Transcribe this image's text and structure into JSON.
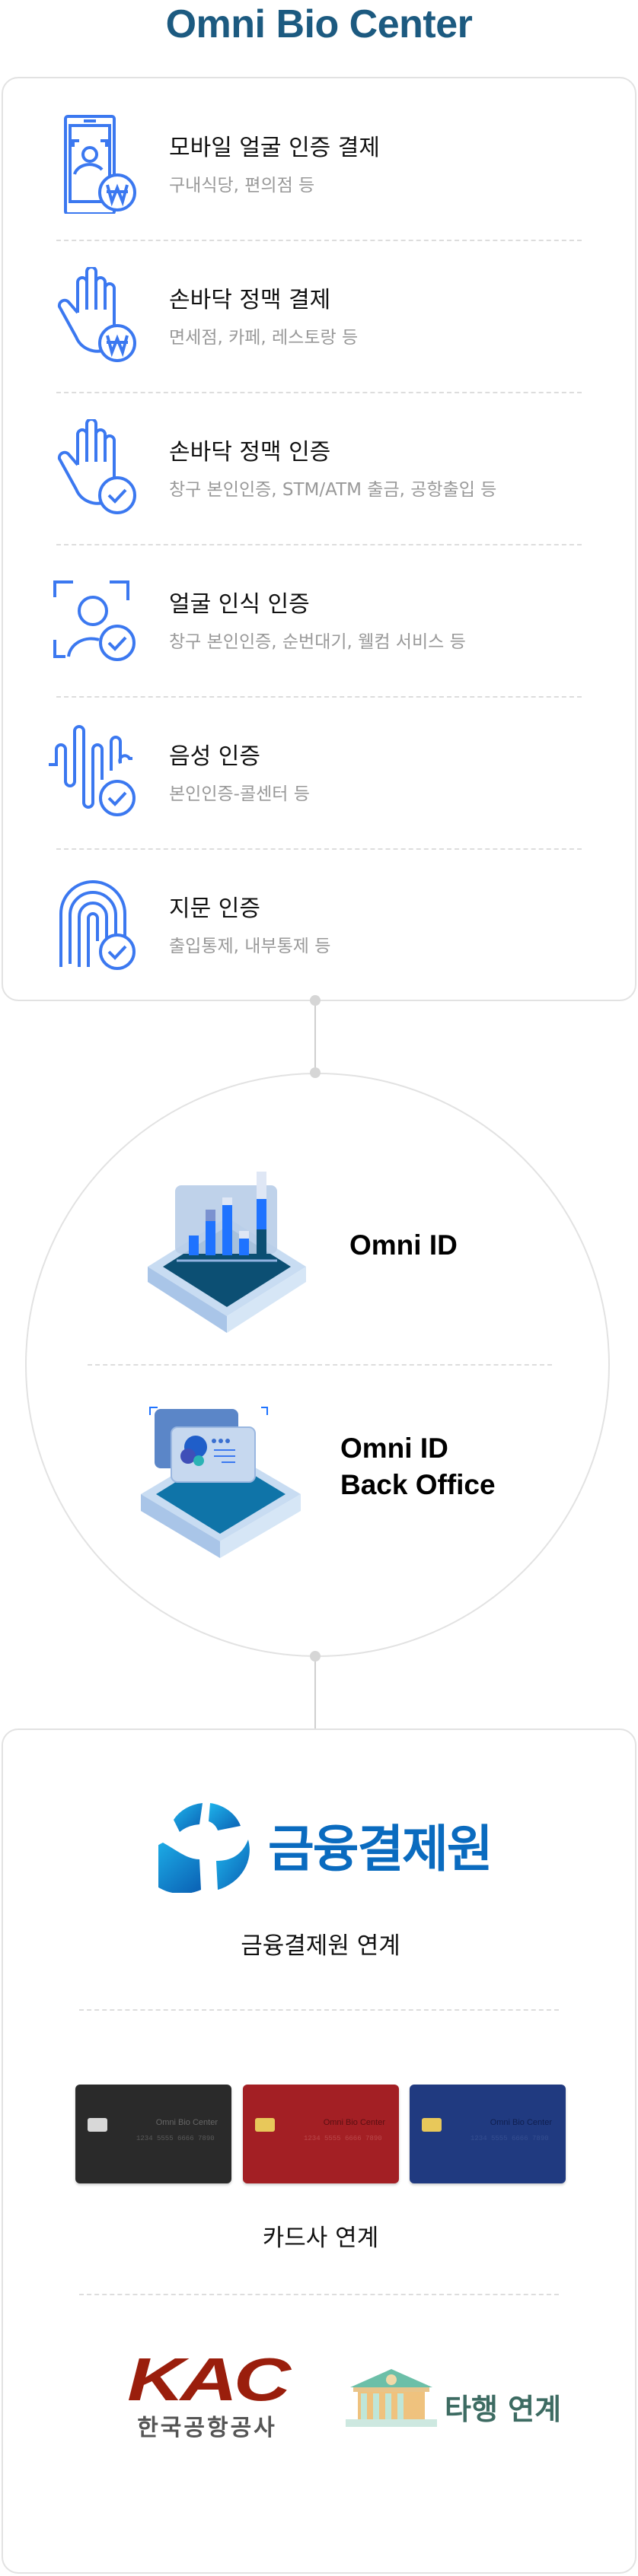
{
  "header": {
    "title": "Omni Bio Center"
  },
  "services": [
    {
      "icon": "mobile-face-payment-icon",
      "title": "모바일 얼굴 인증 결제",
      "subtitle": "구내식당, 편의점 등"
    },
    {
      "icon": "palm-vein-payment-icon",
      "title": "손바닥 정맥 결제",
      "subtitle": "면세점, 카페, 레스토랑 등"
    },
    {
      "icon": "palm-vein-auth-icon",
      "title": "손바닥 정맥 인증",
      "subtitle": "창구 본인인증, STM/ATM 출금, 공항출입 등"
    },
    {
      "icon": "face-recognition-icon",
      "title": "얼굴 인식 인증",
      "subtitle": "창구 본인인증, 순번대기, 웰컴 서비스 등"
    },
    {
      "icon": "voice-auth-icon",
      "title": "음성 인증",
      "subtitle": "본인인증-콜센터 등"
    },
    {
      "icon": "fingerprint-icon",
      "title": "지문 인증",
      "subtitle": "출입통제, 내부통제 등"
    }
  ],
  "platform": {
    "omni_id": "Omni ID",
    "back_office_line1": "Omni ID",
    "back_office_line2": "Back Office"
  },
  "partners": {
    "kftc_logo_text": "금융결제원",
    "kftc_label": "금융결제원 연계",
    "cards": [
      {
        "brand": "Omni Bio Center",
        "number": "1234  5555  6666  7890",
        "color": "#2a2a2a"
      },
      {
        "brand": "Omni Bio Center",
        "number": "1234  5555  6666  7890",
        "color": "#a31f24"
      },
      {
        "brand": "Omni Bio Center",
        "number": "1234  5555  6666  7890",
        "color": "#203a80"
      }
    ],
    "card_label": "카드사 연계",
    "kac_logo_text": "KAC",
    "kac_name": "한국공항공사",
    "bank_label": "타행 연계"
  },
  "colors": {
    "title": "#1c5a80",
    "icon": "#3b78f0",
    "kftc": "#0a6bbf",
    "kac": "#9a1e0c",
    "bank_text": "#3d6b62"
  }
}
